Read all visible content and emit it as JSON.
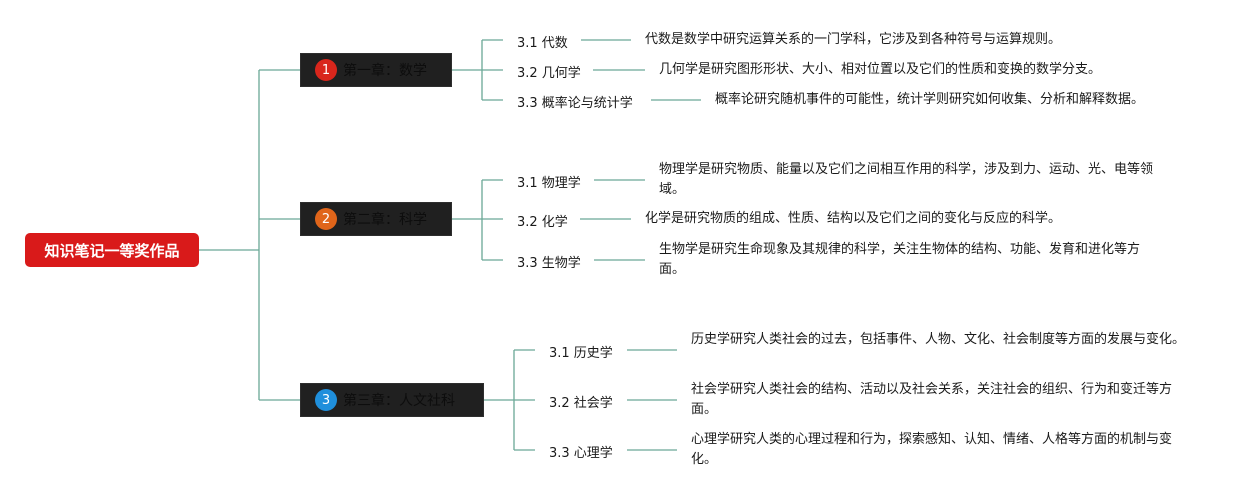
{
  "root": {
    "title": "知识笔记一等奖作品",
    "color": "#d91a1a"
  },
  "line_color": "#6aa896",
  "chapters": [
    {
      "number": "1",
      "number_color": "#d9261c",
      "title": "第一章：数学",
      "topics": [
        {
          "label": "3.1 代数",
          "text": "代数是数学中研究运算关系的一门学科，它涉及到各种符号与运算规则。"
        },
        {
          "label": "3.2 几何学",
          "text": "几何学是研究图形形状、大小、相对位置以及它们的性质和变换的数学分支。"
        },
        {
          "label": "3.3 概率论与统计学",
          "text": "概率论研究随机事件的可能性，统计学则研究如何收集、分析和解释数据。"
        }
      ]
    },
    {
      "number": "2",
      "number_color": "#e0651a",
      "title": "第二章：科学",
      "topics": [
        {
          "label": "3.1 物理学",
          "text": "物理学是研究物质、能量以及它们之间相互作用的科学，涉及到力、运动、光、电等领域。"
        },
        {
          "label": "3.2 化学",
          "text": "化学是研究物质的组成、性质、结构以及它们之间的变化与反应的科学。"
        },
        {
          "label": "3.3 生物学",
          "text": "生物学是研究生命现象及其规律的科学，关注生物体的结构、功能、发育和进化等方面。"
        }
      ]
    },
    {
      "number": "3",
      "number_color": "#1f8fdc",
      "title": "第三章：人文社科",
      "topics": [
        {
          "label": "3.1 历史学",
          "text": "历史学研究人类社会的过去，包括事件、人物、文化、社会制度等方面的发展与变化。"
        },
        {
          "label": "3.2 社会学",
          "text": "社会学研究人类社会的结构、活动以及社会关系，关注社会的组织、行为和变迁等方面。"
        },
        {
          "label": "3.3 心理学",
          "text": "心理学研究人类的心理过程和行为，探索感知、认知、情绪、人格等方面的机制与变化。"
        }
      ]
    }
  ]
}
